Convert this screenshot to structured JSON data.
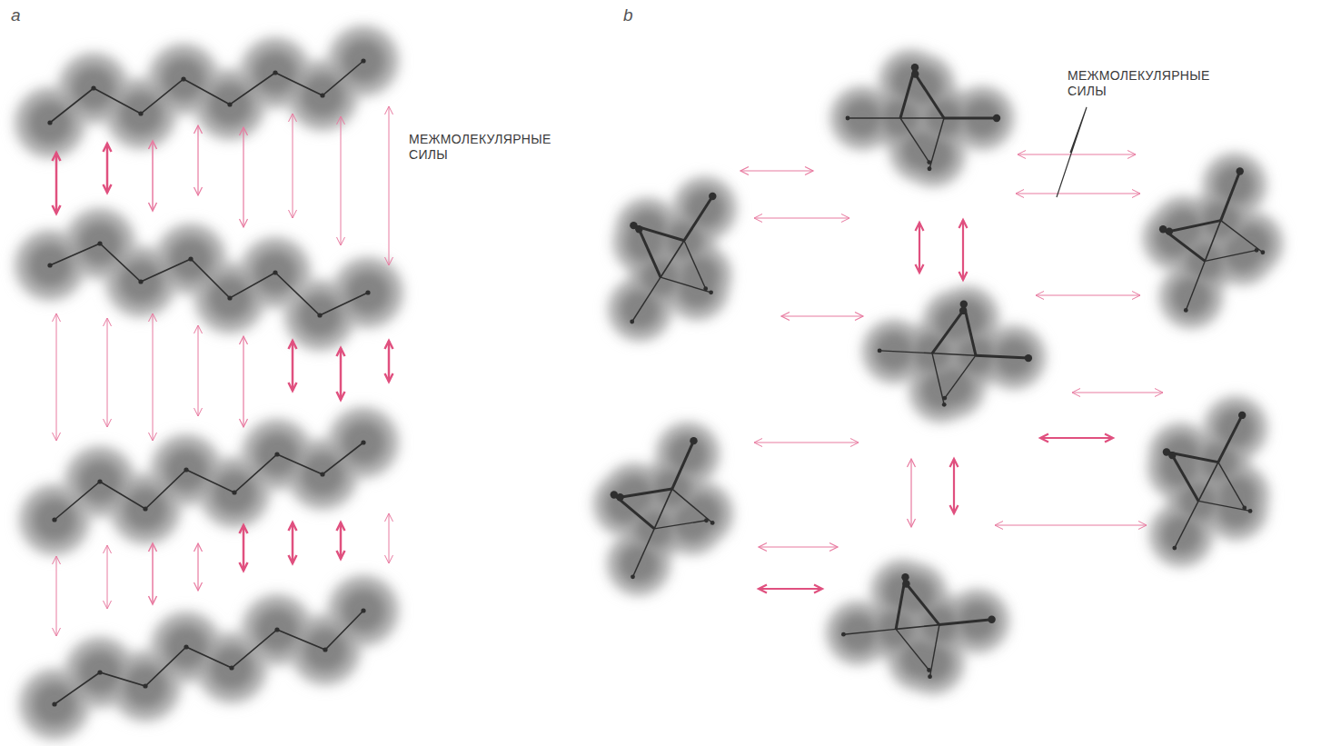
{
  "diagram": {
    "labels": [
      "a",
      "b",
      "МЕЖМОЛЕКУЛЯРНЫЕ СИЛЫ",
      "МЕЖМОЛЕКУЛЯРНЫЕ СИЛЫ"
    ]
  }
}
